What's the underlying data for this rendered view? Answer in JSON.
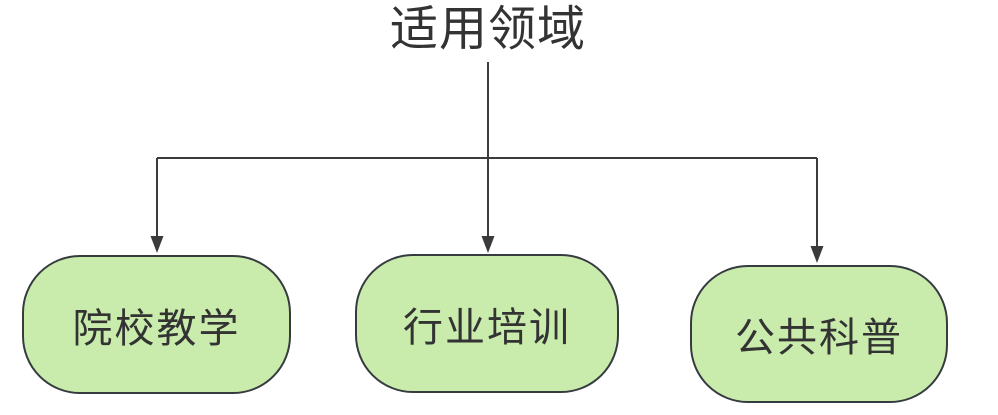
{
  "diagram": {
    "title": "适用领域",
    "nodes": [
      {
        "id": "node-1",
        "label": "院校教学"
      },
      {
        "id": "node-2",
        "label": "行业培训"
      },
      {
        "id": "node-3",
        "label": "公共科普"
      }
    ],
    "colors": {
      "node_fill": "#c9ecad",
      "node_border": "#363b40",
      "line": "#3b3b3b",
      "text": "#333333",
      "background": "#ffffff"
    }
  }
}
